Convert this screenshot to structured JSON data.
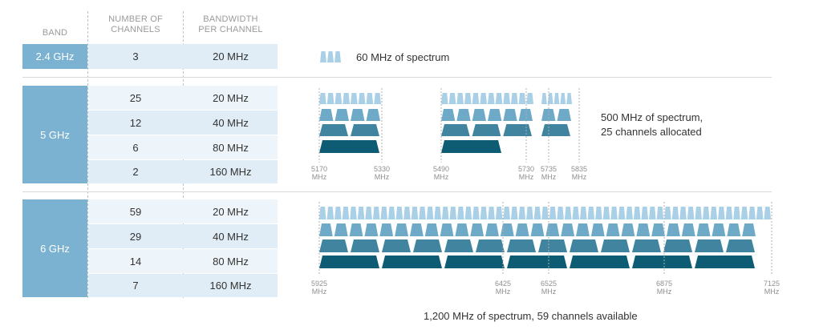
{
  "headers": {
    "band": "BAND",
    "num_line1": "NUMBER OF",
    "num_line2": "CHANNELS",
    "bw_line1": "BANDWIDTH",
    "bw_line2": "PER CHANNEL"
  },
  "bands": [
    {
      "name": "2.4 GHz",
      "rows": [
        {
          "channels": "3",
          "bandwidth": "20 MHz"
        }
      ]
    },
    {
      "name": "5 GHz",
      "rows": [
        {
          "channels": "25",
          "bandwidth": "20 MHz"
        },
        {
          "channels": "12",
          "bandwidth": "40 MHz"
        },
        {
          "channels": "6",
          "bandwidth": "80 MHz"
        },
        {
          "channels": "2",
          "bandwidth": "160 MHz"
        }
      ]
    },
    {
      "name": "6 GHz",
      "rows": [
        {
          "channels": "59",
          "bandwidth": "20 MHz"
        },
        {
          "channels": "29",
          "bandwidth": "40 MHz"
        },
        {
          "channels": "14",
          "bandwidth": "80 MHz"
        },
        {
          "channels": "7",
          "bandwidth": "160 MHz"
        }
      ]
    }
  ],
  "spectrum_24": {
    "label": "60 MHz of spectrum",
    "channels_shown": 3
  },
  "spectrum_5": {
    "label_line1": "500 MHz of spectrum,",
    "label_line2": "25 channels allocated",
    "ticks": [
      {
        "value": "5170",
        "unit": "MHz"
      },
      {
        "value": "5330",
        "unit": "MHz"
      },
      {
        "value": "5490",
        "unit": "MHz"
      },
      {
        "value": "5730",
        "unit": "MHz"
      },
      {
        "value": "5735",
        "unit": "MHz"
      },
      {
        "value": "5835",
        "unit": "MHz"
      }
    ],
    "segments": [
      {
        "channels_20": 8,
        "channels_40": 4,
        "channels_80": 2,
        "channels_160": 1
      },
      {
        "channels_20": 12,
        "channels_40": 6,
        "channels_80": 3,
        "channels_160": 1
      },
      {
        "channels_20": 5,
        "channels_40": 2,
        "channels_80": 1,
        "channels_160": 0
      }
    ]
  },
  "spectrum_6": {
    "label": "1,200 MHz of spectrum, 59 channels available",
    "ticks": [
      {
        "value": "5925",
        "unit": "MHz"
      },
      {
        "value": "6425",
        "unit": "MHz"
      },
      {
        "value": "6525",
        "unit": "MHz"
      },
      {
        "value": "6875",
        "unit": "MHz"
      },
      {
        "value": "7125",
        "unit": "MHz"
      }
    ],
    "channels_20": 59,
    "channels_40": 29,
    "channels_80": 14,
    "channels_160": 7
  },
  "colors": {
    "band_cell": "#7bb2d1",
    "row_light": "#eef5fa",
    "row_mid": "#e0edf6",
    "ch20": "#a9d0e6",
    "ch40": "#6fa9c8",
    "ch80": "#40849f",
    "ch160": "#0e5c74"
  }
}
